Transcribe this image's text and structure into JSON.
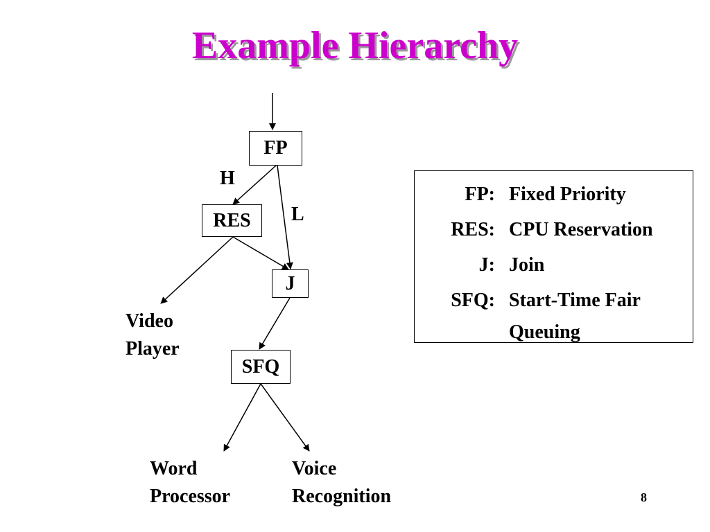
{
  "slide": {
    "title": "Example Hierarchy",
    "page_number": "8"
  },
  "diagram": {
    "nodes": {
      "fp": "FP",
      "res": "RES",
      "j": "J",
      "sfq": "SFQ"
    },
    "edge_labels": {
      "high": "H",
      "low": "L"
    },
    "leaves": {
      "video_player": [
        "Video",
        "Player"
      ],
      "word_processor": [
        "Word",
        "Processor"
      ],
      "voice_recognition": [
        "Voice",
        "Recognition"
      ]
    }
  },
  "legend": {
    "rows": [
      {
        "abbr": "FP:",
        "definition": "Fixed Priority"
      },
      {
        "abbr": "RES:",
        "definition": "CPU Reservation"
      },
      {
        "abbr": "J:",
        "definition": "Join"
      },
      {
        "abbr": "SFQ:",
        "definition": "Start-Time Fair",
        "continuation": "Queuing"
      }
    ]
  },
  "colors": {
    "title": "#cc00cc",
    "title_shadow": "#9a9a9a"
  }
}
